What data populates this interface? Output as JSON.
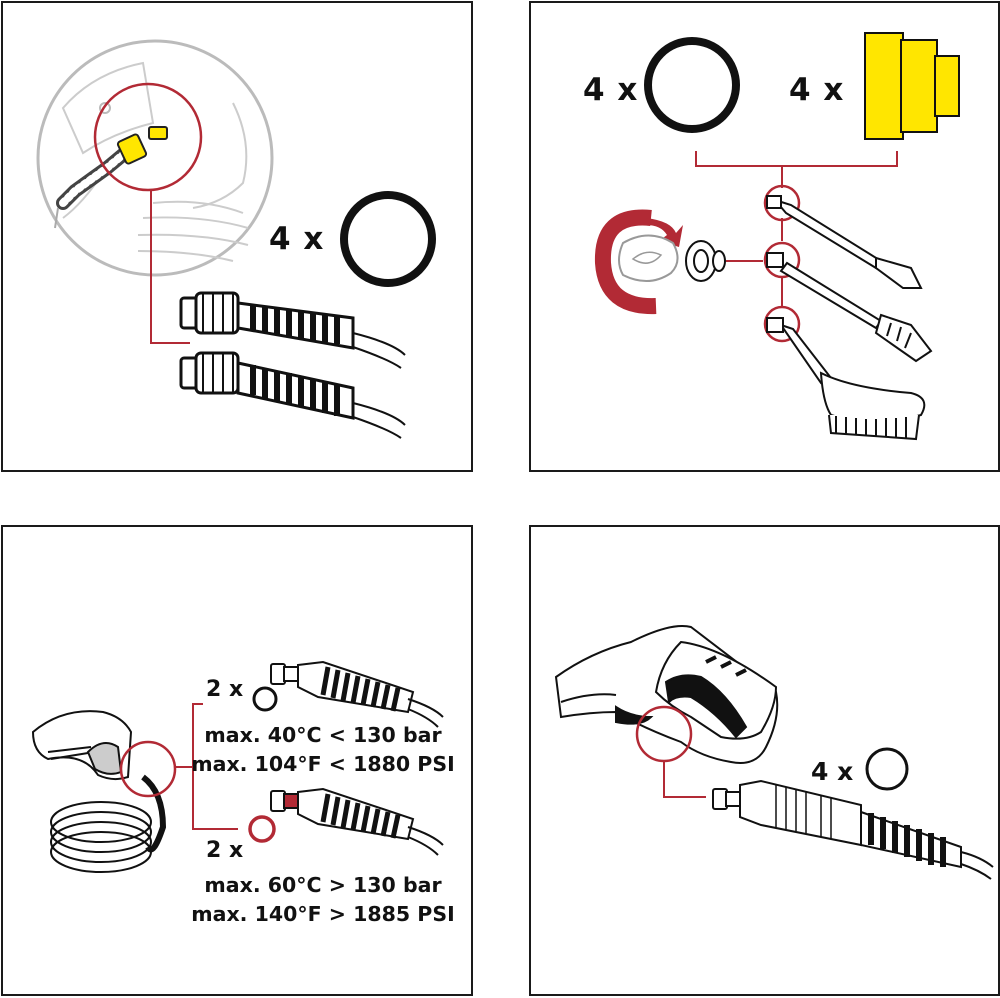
{
  "colors": {
    "line": "#1a1a1a",
    "accent_red": "#b22a35",
    "accent_yellow": "#ffe600"
  },
  "panels": [
    {
      "id": "connect-hose",
      "quantity": "4 x",
      "icons": [
        "magnifier-circle-icon",
        "o-ring-icon",
        "hose-connector-icon"
      ]
    },
    {
      "id": "accessories",
      "quantity_oring": "4 x",
      "quantity_adapter": "4 x",
      "icons": [
        "o-ring-icon",
        "yellow-adapter-icon",
        "rotate-arrow-icon",
        "lance-icon",
        "nozzle-icon",
        "brush-icon"
      ]
    },
    {
      "id": "hose-ratings",
      "black_ring": {
        "quantity": "2 x",
        "spec_line1": "max. 40°C < 130 bar",
        "spec_line2": "max. 104°F < 1880 PSI"
      },
      "red_ring": {
        "quantity": "2 x",
        "spec_line1": "max. 60°C > 130 bar",
        "spec_line2": "max. 140°F > 1885 PSI"
      }
    },
    {
      "id": "trigger-gun",
      "quantity": "4 x",
      "icons": [
        "hand-gun-icon",
        "o-ring-icon",
        "hose-connector-icon"
      ]
    }
  ]
}
